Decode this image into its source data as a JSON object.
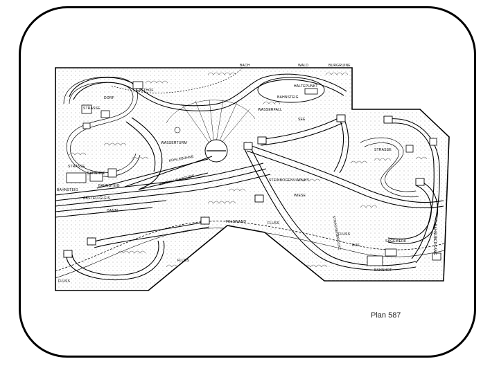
{
  "caption": "Plan 587",
  "labels": {
    "bach": "BACH",
    "wald": "WALD",
    "burgruine": "BURGRUINE",
    "haltepunkt": "HALTEPUNKT",
    "bahnsteig_top": "BAHNSTEIG",
    "wasserfall": "WASSERFALL",
    "see": "SEE",
    "dorf": "DORF",
    "gasthof": "GASTHOF",
    "strasse_1": "STRASSE",
    "strasse_2": "STRASSE",
    "strasse_3": "STRASSE",
    "wasserturm": "WASSERTURM",
    "kohlebuehne": "KOHLEBÜHNE",
    "bahnhof": "BAHNHOF",
    "bahnsteig_station": "BAHNSTEIG",
    "bahnsteig_left": "BAHNSTEIG",
    "bekohlungsgleis": "BEKOHLUNGSGLEIS",
    "abstellgleis": "ABSTELLGLEIS",
    "damm": "DAMM",
    "steinbogenviadukt": "STEINBOGENVIADUKT",
    "wiese": "WIESE",
    "felswand": "FELSWAND",
    "fluss_1": "FLUSS",
    "fluss_2": "FLUSS",
    "fluss_3": "FLUSS",
    "fluss_4": "FLUSS",
    "bus": "BUS",
    "stoerzsaeger": "SÄGEWERK",
    "bahnhof_right": "BAHNHOF",
    "strassenbruecke": "STRASSENBRÜCKE",
    "bahnuebergang": "BAHNÜBERGANG"
  },
  "colors": {
    "ink": "#000000",
    "paper": "#ffffff",
    "tree": "#555555"
  }
}
